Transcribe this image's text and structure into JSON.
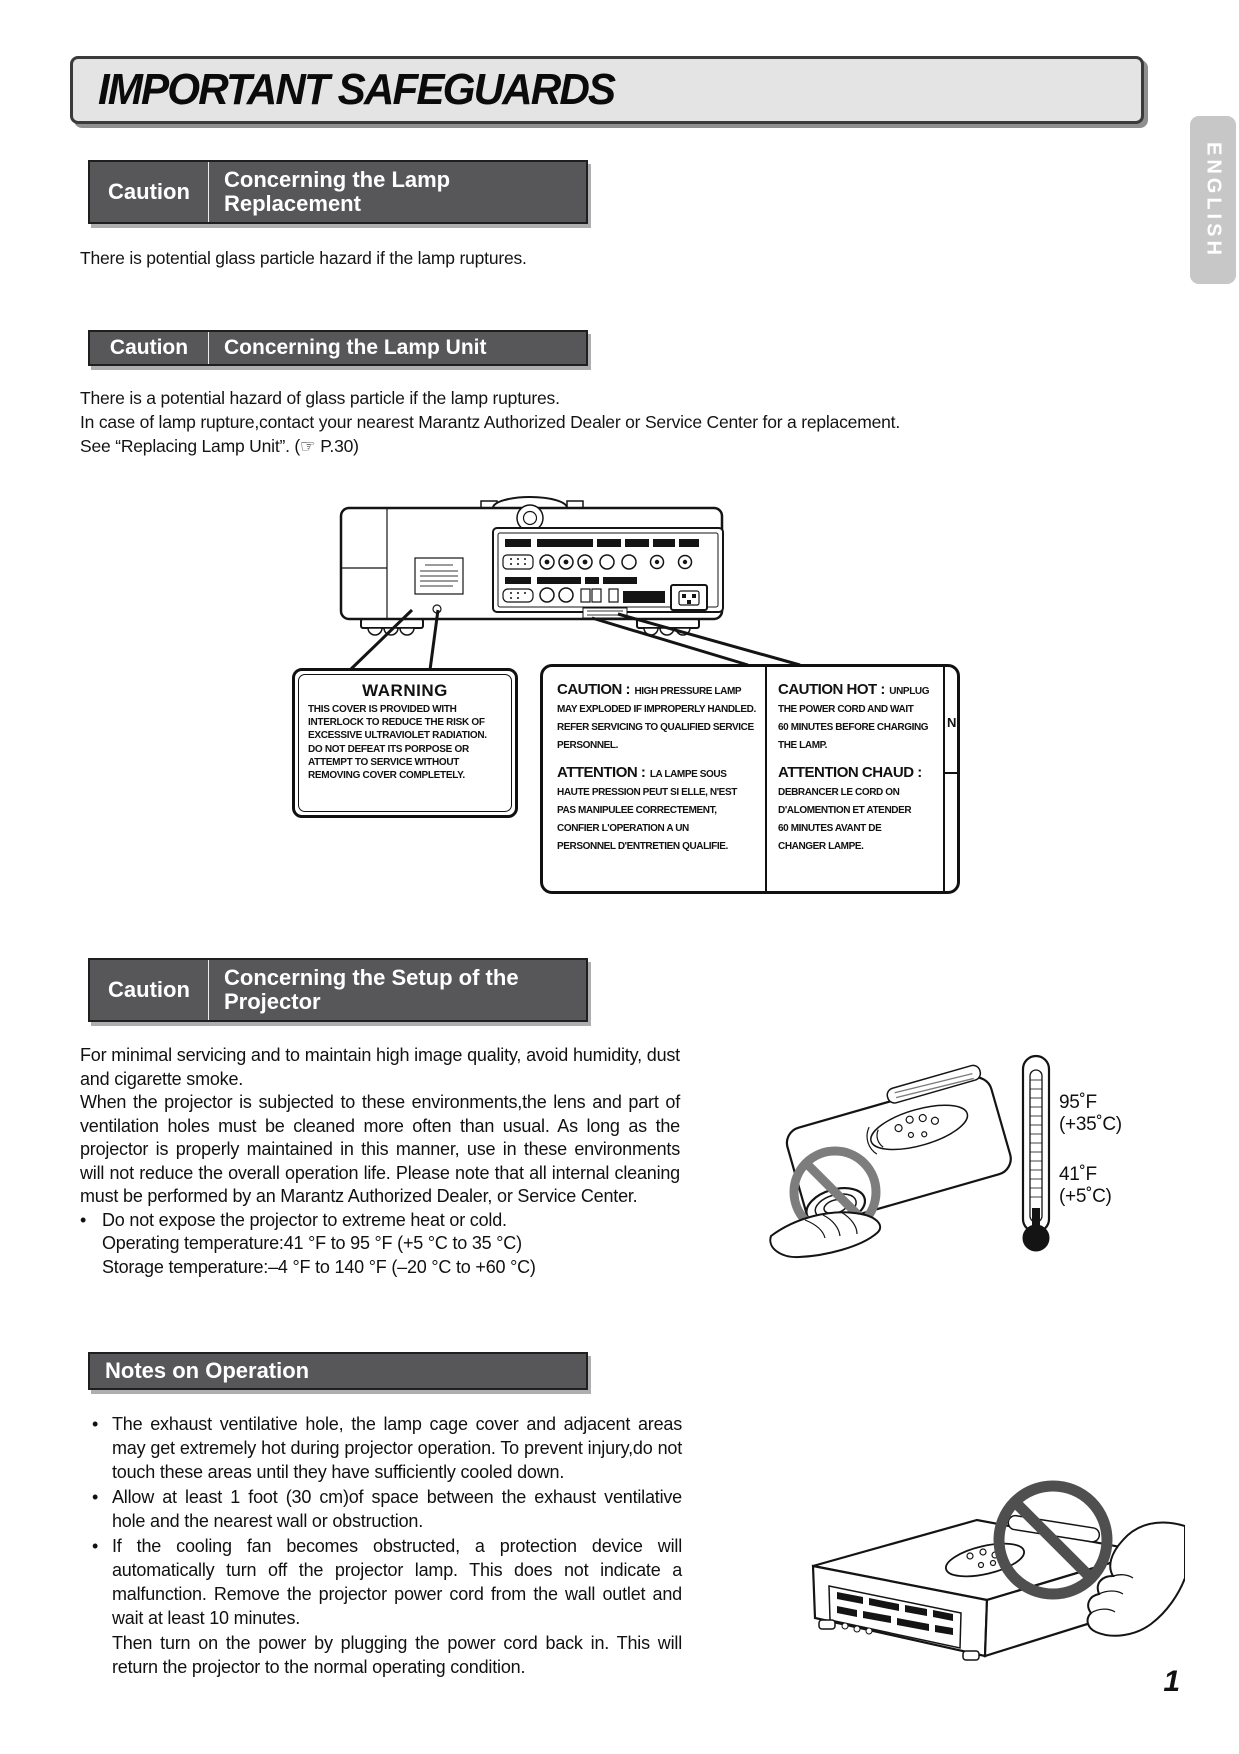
{
  "page": {
    "title": "IMPORTANT SAFEGUARDS",
    "language_tab": "ENGLISH",
    "number": "1"
  },
  "lamp_replacement": {
    "label": "Caution",
    "title": "Concerning the Lamp Replacement",
    "body": "There is potential glass particle hazard if the lamp ruptures."
  },
  "lamp_unit": {
    "label": "Caution",
    "title": "Concerning the Lamp Unit",
    "body": "There is a potential hazard of glass particle if the lamp ruptures.\nIn case of lamp rupture,contact your nearest Marantz Authorized Dealer or Service Center for a replacement.\nSee “Replacing Lamp Unit”. (☞ P.30)"
  },
  "warning_label": {
    "title": "WARNING",
    "body": "THIS COVER IS PROVIDED WITH\nINTERLOCK TO REDUCE THE RISK OF\nEXCESSIVE ULTRAVIOLET RADIATION.\nDO NOT DEFEAT ITS PORPOSE OR\nATTEMPT TO SERVICE WITHOUT\nREMOVING COVER COMPLETELY."
  },
  "caution_label": {
    "col1": {
      "p1_head": "CAUTION :",
      "p1_body": "HIGH PRESSURE LAMP\nMAY EXPLODED IF IMPROPERLY HANDLED.\nREFER SERVICING TO QUALIFIED SERVICE\nPERSONNEL.",
      "p2_head": "ATTENTION :",
      "p2_body": "LA LAMPE SOUS\nHAUTE PRESSION PEUT SI ELLE, N'EST\nPAS MANIPULEE CORRECTEMENT,\nCONFIER L'OPERATION A UN\nPERSONNEL D'ENTRETIEN QUALIFIE."
    },
    "col2": {
      "p1_head": "CAUTION HOT :",
      "p1_body": "UNPLUG\nTHE POWER CORD AND WAIT\n60 MINUTES BEFORE CHARGING\nTHE LAMP.",
      "p2_head": "ATTENTION CHAUD :",
      "p2_body": "\nDEBRANCER LE CORD ON\nD'ALOMENTION ET ATENDER\n60 MINUTES AVANT DE\nCHANGER LAMPE."
    },
    "col3_clipped": "N"
  },
  "setup": {
    "label": "Caution",
    "title": "Concerning the Setup of the Projector",
    "para1": "For minimal servicing and to maintain high image quality, avoid humidity, dust and cigarette smoke.",
    "para2": "When the projector is subjected to these environments,the lens and part of ventilation holes must be cleaned more often than usual. As long as the projector is properly maintained in this manner, use in these environments will not reduce the overall operation life. Please note that all internal cleaning must be performed by an Marantz Authorized Dealer, or Service Center.",
    "bullet": "Do not expose the projector to extreme heat or cold.",
    "bullet_sub": "Operating temperature:41 °F to 95 °F (+5 °C to 35 °C)\nStorage temperature:–4 °F to 140 °F (–20 °C to +60 °C)",
    "thermometer": {
      "high": "95˚F\n(+35˚C)",
      "low": "41˚F\n(+5˚C)"
    }
  },
  "notes": {
    "title": "Notes on Operation",
    "bullets": [
      {
        "text": "The exhaust ventilative hole, the lamp cage cover and adjacent areas may get extremely hot during projector operation. To prevent injury,do not touch these areas until they have sufficiently cooled down."
      },
      {
        "text": "Allow at least 1 foot (30 cm)of space between the exhaust ventilative hole and the nearest wall or obstruction."
      },
      {
        "text": "If the cooling fan becomes obstructed, a protection device will automatically turn off the projector lamp. This does not indicate a malfunction. Remove the projector power cord from the wall outlet and wait at least 10 minutes."
      },
      {
        "text": "Then turn on the power by plugging the power cord back in. This will return the projector to the normal operating condition."
      }
    ]
  }
}
